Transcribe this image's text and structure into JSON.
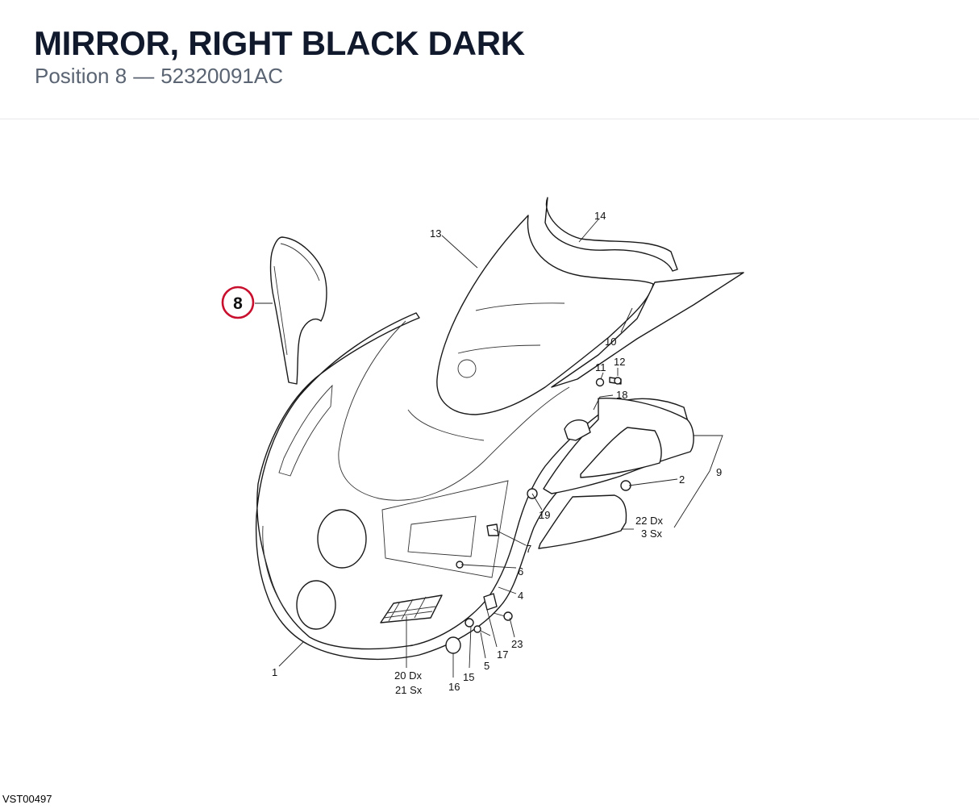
{
  "header": {
    "title": "MIRROR, RIGHT BLACK DARK",
    "position_label": "Position 8",
    "separator": "—",
    "part_number": "52320091AC"
  },
  "highlight": {
    "label": "8",
    "color": "#c8102e"
  },
  "callouts": {
    "c1": "1",
    "c2": "2",
    "c4": "4",
    "c5": "5",
    "c6": "6",
    "c7": "7",
    "c9": "9",
    "c10": "10",
    "c11": "11",
    "c12": "12",
    "c13": "13",
    "c14": "14",
    "c15": "15",
    "c16": "16",
    "c17": "17",
    "c18": "18",
    "c19": "19",
    "c20_21_a": "20 Dx",
    "c20_21_b": "21 Sx",
    "c22_3_a": "22 Dx",
    "c22_3_b": "3 Sx",
    "c23": "23"
  },
  "footer": {
    "drawing_code": "VST00497"
  }
}
